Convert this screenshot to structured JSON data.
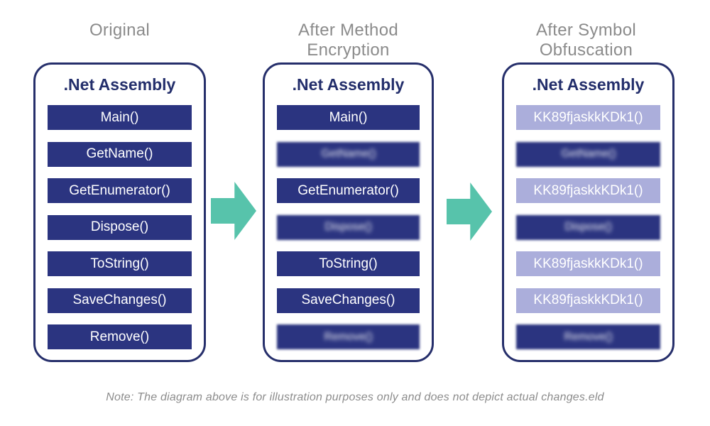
{
  "columns": [
    {
      "header": "Original",
      "box_title": ".Net Assembly",
      "rows": [
        {
          "label": "Main()",
          "style": "dark",
          "blurred": false
        },
        {
          "label": "GetName()",
          "style": "dark",
          "blurred": false
        },
        {
          "label": "GetEnumerator()",
          "style": "dark",
          "blurred": false
        },
        {
          "label": "Dispose()",
          "style": "dark",
          "blurred": false
        },
        {
          "label": "ToString()",
          "style": "dark",
          "blurred": false
        },
        {
          "label": "SaveChanges()",
          "style": "dark",
          "blurred": false
        },
        {
          "label": "Remove()",
          "style": "dark",
          "blurred": false
        }
      ]
    },
    {
      "header": "After Method Encryption",
      "box_title": ".Net Assembly",
      "rows": [
        {
          "label": "Main()",
          "style": "dark",
          "blurred": false
        },
        {
          "label": "GetName()",
          "style": "dark",
          "blurred": true
        },
        {
          "label": "GetEnumerator()",
          "style": "dark",
          "blurred": false
        },
        {
          "label": "Dispose()",
          "style": "dark",
          "blurred": true
        },
        {
          "label": "ToString()",
          "style": "dark",
          "blurred": false
        },
        {
          "label": "SaveChanges()",
          "style": "dark",
          "blurred": false
        },
        {
          "label": "Remove()",
          "style": "dark",
          "blurred": true
        }
      ]
    },
    {
      "header": "After Symbol Obfuscation",
      "box_title": ".Net Assembly",
      "rows": [
        {
          "label": "KK89fjaskkKDk1()",
          "style": "light",
          "blurred": false
        },
        {
          "label": "GetName()",
          "style": "dark",
          "blurred": true
        },
        {
          "label": "KK89fjaskkKDk1()",
          "style": "light",
          "blurred": false
        },
        {
          "label": "Dispose()",
          "style": "dark",
          "blurred": true
        },
        {
          "label": "KK89fjaskkKDk1()",
          "style": "light",
          "blurred": false
        },
        {
          "label": "KK89fjaskkKDk1()",
          "style": "light",
          "blurred": false
        },
        {
          "label": "Remove()",
          "style": "dark",
          "blurred": true
        }
      ]
    }
  ],
  "note": "Note: The diagram above is for illustration purposes only and does not depict actual changes.eld",
  "colors": {
    "box_navy": "#2B3480",
    "box_lavender": "#ABAEDB",
    "panel_border_navy": "#262F6B",
    "title_navy": "#232E6B",
    "arrow_teal": "#57C3AB",
    "header_gray": "#8B8B8B"
  }
}
